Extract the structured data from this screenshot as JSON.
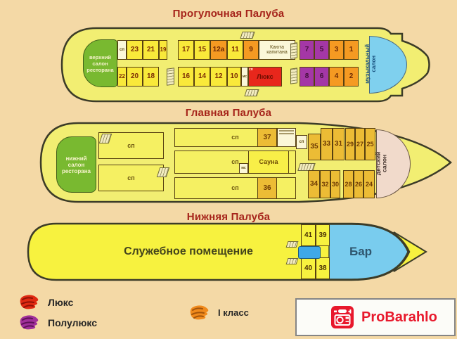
{
  "page": {
    "background": "#f4d9a6"
  },
  "colors": {
    "hull_fill": "#f2ee72",
    "lower_hull_fill": "#f7f23f",
    "cabin_yellow": "#f9e93a",
    "class1_orange": "#f59a22",
    "semilux_purple": "#a437a6",
    "lux_red": "#e8271c",
    "class2_dark_yellow": "#ecbc35",
    "salon_green": "#79b930",
    "music_salon_blue": "#7fd0ee",
    "kids_salon_pink": "#f1dacb",
    "bar_blue": "#79ccee",
    "title_red": "#a6241b"
  },
  "decks": {
    "promenade": {
      "title": "Прогулочная Палуба",
      "stern_salon": "верхний салон ресторана",
      "sp": "сп",
      "ms": "мс",
      "top_cabins": [
        "23",
        "21",
        "19",
        "17",
        "15",
        "12а",
        "11",
        "9"
      ],
      "bottom_cabins": [
        "22",
        "20",
        "18",
        "16",
        "14",
        "12",
        "10"
      ],
      "captain_cabin": "Каюта капитана",
      "lux": "Люкс",
      "bow_top_cabins": [
        "7",
        "5",
        "3",
        "1"
      ],
      "bow_bottom_cabins": [
        "8",
        "6",
        "4",
        "2"
      ],
      "music_salon": "музыкальный салон"
    },
    "main": {
      "title": "Главная Палуба",
      "stern_salon": "нижний салон ресторана",
      "sp": "сп",
      "ms": "мс",
      "sauna": "Сауна",
      "cabin_37": "37",
      "cabin_36": "36",
      "bow_top_cabins": [
        "35",
        "33",
        "31",
        "29",
        "27",
        "25"
      ],
      "bow_bottom_cabins": [
        "34",
        "32",
        "30",
        "28",
        "26",
        "24"
      ],
      "kids_salon": "детский салон"
    },
    "lower": {
      "title": "Нижняя Палуба",
      "service_room": "Служебное помещение",
      "bar": "Бар",
      "top_cabins": [
        "41",
        "39"
      ],
      "bottom_cabins": [
        "40",
        "38"
      ]
    }
  },
  "legend": {
    "items": [
      {
        "label": "Люкс",
        "color": "#e02a12",
        "shade": "#8f1106"
      },
      {
        "label": "Полулюкс",
        "color": "#a0309a",
        "shade": "#5e1158"
      },
      {
        "label": "I класс",
        "color": "#f08a1c",
        "shade": "#a3540a"
      }
    ]
  },
  "watermark": {
    "brand": "ProBarahlo",
    "color": "#e8192c"
  }
}
